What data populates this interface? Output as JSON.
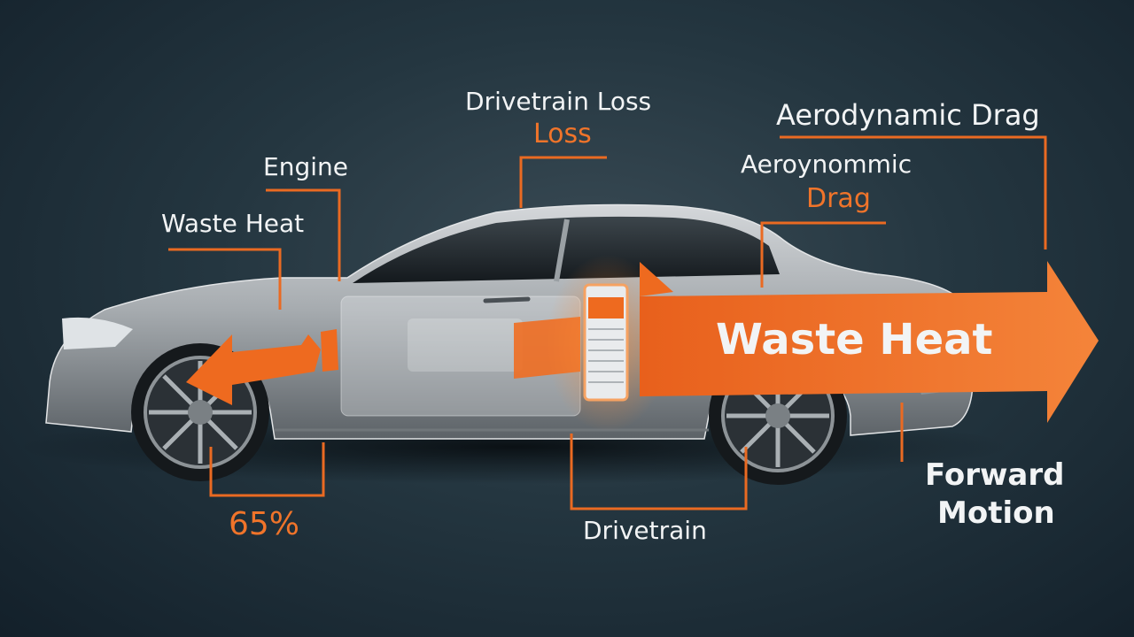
{
  "labels": {
    "drivetrain_loss": "Drivetrain Loss",
    "loss": "Loss",
    "aero_drag_heading": "Aerodynamic Drag",
    "aero_misspelled": "Aeroynommic",
    "drag": "Drag",
    "engine": "Engine",
    "waste_heat_small": "Waste Heat",
    "waste_heat_arrow": "Waste Heat",
    "forward_motion": [
      "Forward",
      "Motion"
    ],
    "percent": "65%",
    "drivetrain": "Drivetrain"
  },
  "colors": {
    "accent": "#f0742a",
    "text": "#f2f4f5",
    "background": "#1f2e37",
    "car_body": "#a9adb1"
  }
}
